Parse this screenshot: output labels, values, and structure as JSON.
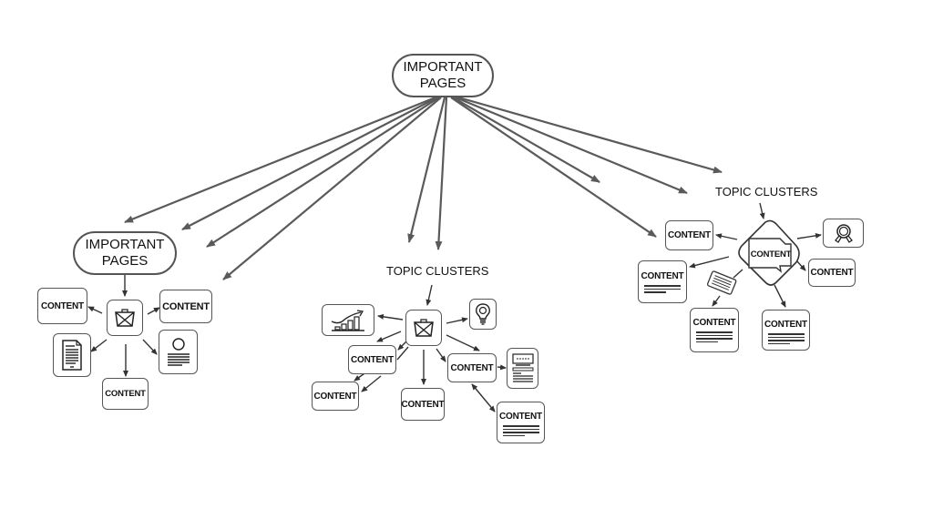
{
  "diagram": {
    "root": {
      "label_line1": "IMPORTANT",
      "label_line2": "PAGES"
    },
    "left_cluster": {
      "hub": {
        "label_line1": "IMPORTANT",
        "label_line2": "PAGES"
      },
      "content_label": "CONTENT",
      "nodes": [
        "CONTENT",
        "CONTENT",
        "CONTENT"
      ],
      "icons": [
        "envelope-icon",
        "document-icon",
        "profile-card-icon"
      ]
    },
    "middle_cluster": {
      "heading": "TOPIC CLUSTERS",
      "nodes": [
        "CONTENT",
        "CONTENT",
        "CONTENT",
        "CONTENT",
        "CONTENT"
      ],
      "icons": [
        "envelope-icon",
        "growth-chart-icon",
        "lightbulb-icon",
        "webpage-icon"
      ]
    },
    "right_cluster": {
      "heading": "TOPIC CLUSTERS",
      "center": "CONTENT",
      "nodes": [
        "CONTENT",
        "CONTENT",
        "CONTENT",
        "CONTENT",
        "CONTENT"
      ],
      "icons": [
        "search-magnifier-icon",
        "keyboard-card-icon"
      ]
    },
    "line_color": "#5a5a5a",
    "stroke_color": "#555555"
  }
}
